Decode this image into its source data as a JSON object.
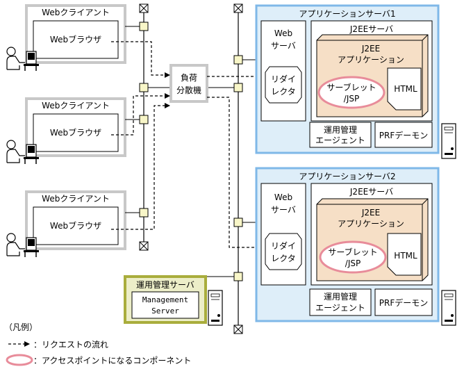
{
  "clients": [
    {
      "box_title": "Webクライアント",
      "browser": "Webブラウザ"
    },
    {
      "box_title": "Webクライアント",
      "browser": "Webブラウザ"
    },
    {
      "box_title": "Webクライアント",
      "browser": "Webブラウザ"
    }
  ],
  "load_balancer": {
    "line1": "負荷",
    "line2": "分散機"
  },
  "app_servers": [
    {
      "title": "アプリケーションサーバ1",
      "web_server": {
        "line1": "Web",
        "line2": "サーバ"
      },
      "redirector": {
        "line1": "リダイ",
        "line2": "レクタ"
      },
      "j2ee_server": "J2EEサーバ",
      "j2ee_app": {
        "line1": "J2EE",
        "line2": "アプリケーション"
      },
      "servlet": {
        "line1": "サーブレット",
        "line2": "/JSP"
      },
      "html": "HTML",
      "agent": {
        "line1": "運用管理",
        "line2": "エージェント"
      },
      "prf": "PRFデーモン"
    },
    {
      "title": "アプリケーションサーバ2",
      "web_server": {
        "line1": "Web",
        "line2": "サーバ"
      },
      "redirector": {
        "line1": "リダイ",
        "line2": "レクタ"
      },
      "j2ee_server": "J2EEサーバ",
      "j2ee_app": {
        "line1": "J2EE",
        "line2": "アプリケーション"
      },
      "servlet": {
        "line1": "サーブレット",
        "line2": "/JSP"
      },
      "html": "HTML",
      "agent": {
        "line1": "運用管理",
        "line2": "エージェント"
      },
      "prf": "PRFデーモン"
    }
  ],
  "mgmt_server": {
    "title": "運用管理サーバ",
    "inner": {
      "line1": "Management",
      "line2": "Server"
    }
  },
  "legend": {
    "title": "（凡例）",
    "arrow_label": "：リクエストの流れ",
    "ellipse_label": "：アクセスポイントになるコンポーネント"
  },
  "colors": {
    "app_server_border": "#7fb8e8",
    "app_server_fill": "#deeef9",
    "j2ee_app_fill": "#f6dfc6",
    "servlet_ellipse": "#e88c9a",
    "mgmt_border": "#a9ad3c",
    "mgmt_fill": "#eceec8",
    "node_fill": "#f8f6c8",
    "client_border": "#c8c8c8"
  }
}
